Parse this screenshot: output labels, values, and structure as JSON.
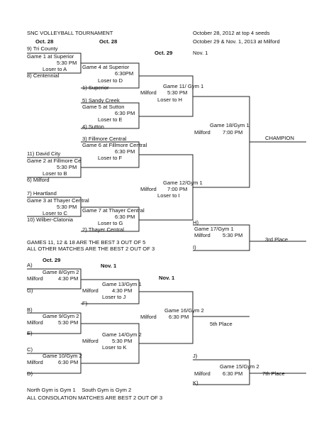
{
  "header": {
    "title": "SNC VOLLEYBALL TOURNAMENT",
    "date_line1": "October 28, 2012 at top 4 seeds",
    "date_line2": "October 29 & Nov. 1, 2013 at Milford"
  },
  "dates": {
    "oct28a": "Oct. 28",
    "oct28b": "Oct. 28",
    "oct29": "Oct. 29",
    "nov1": "Nov. 1"
  },
  "main": {
    "g1": [
      "9) Tri County",
      "Game 1 at Superior",
      "5:30 PM",
      "Loser to A",
      "8) Centennial"
    ],
    "g4": [
      "Game 4 at Superior",
      "6:30PM",
      "Loser to D",
      "1) Superior"
    ],
    "g11": [
      "Game 11/ Gym 1",
      "Milford",
      "5:30 PM",
      "Loser to H"
    ],
    "g5": [
      "5) Sandy Creek",
      "Game 5 at Sutton",
      "6:30 PM",
      "Loser to E",
      "4) Sutton"
    ],
    "g18": [
      "Game 18/Gym 1",
      "Milford",
      "7:00 PM"
    ],
    "champion": "CHAMPION",
    "g6": [
      "3) Fillmore Central",
      "Game 6 at Fillmore Central",
      "6:30 PM",
      "Loser to F"
    ],
    "g2": [
      "11) David City",
      "Game 2 at Fillmore Ce",
      "5:30 PM",
      "Loser to B",
      "6) Milford"
    ],
    "g12": [
      "Game 12/Gym 1",
      "Milford",
      "7:00 PM",
      "Loser to I"
    ],
    "g3": [
      "7) Heartland",
      "Game 3 at Thayer Central",
      "Loser to C",
      "10) Wilber-Clatonia"
    ],
    "g7": [
      "Game 7 at Thayer Central",
      "6:30 PM",
      "Loser to G",
      "2) Thayer Central"
    ],
    "g17": [
      "H)",
      "Game 17/Gym 1",
      "Milford",
      "5:30 PM",
      "I)"
    ],
    "third": "3rd Place",
    "g3time": "5:30 PM",
    "note1": "GAMES 11, 12 & 18 ARE THE BEST 3 OUT OF 5",
    "note2": "ALL OTHER MATCHES ARE THE BEST 2 OUT OF 3"
  },
  "cons": {
    "g8": [
      "A)",
      "Game 8/Gym 2",
      "Milford",
      "4:30 PM",
      "G)"
    ],
    "g13": [
      "Game 13/Gym 1",
      "Milford",
      "4:30 PM",
      "Loser to J",
      "F)"
    ],
    "g9": [
      "B)",
      "Game 9/Gym 2",
      "Milford",
      "5:30 PM",
      "E)"
    ],
    "g16": [
      "Game 16/Gym 2",
      "Milford",
      "6:30 PM"
    ],
    "fifth": "5th Place",
    "g14": [
      "Game 14/Gym 2",
      "Milford",
      "5:30 PM",
      "Loser to K"
    ],
    "g10": [
      "C)",
      "Game 10/Gym 2",
      "Milford",
      "6:30 PM",
      "D)"
    ],
    "g15": [
      "J)",
      "Game 15/Gym 2",
      "Milford",
      "6:30 PM",
      "K)"
    ],
    "seventh": "7th Place",
    "note1": "North Gym is Gym 1    South Gym is Gym 2",
    "note2": "ALL CONSOLATION MATCHES ARE BEST 2 OUT OF 3"
  }
}
